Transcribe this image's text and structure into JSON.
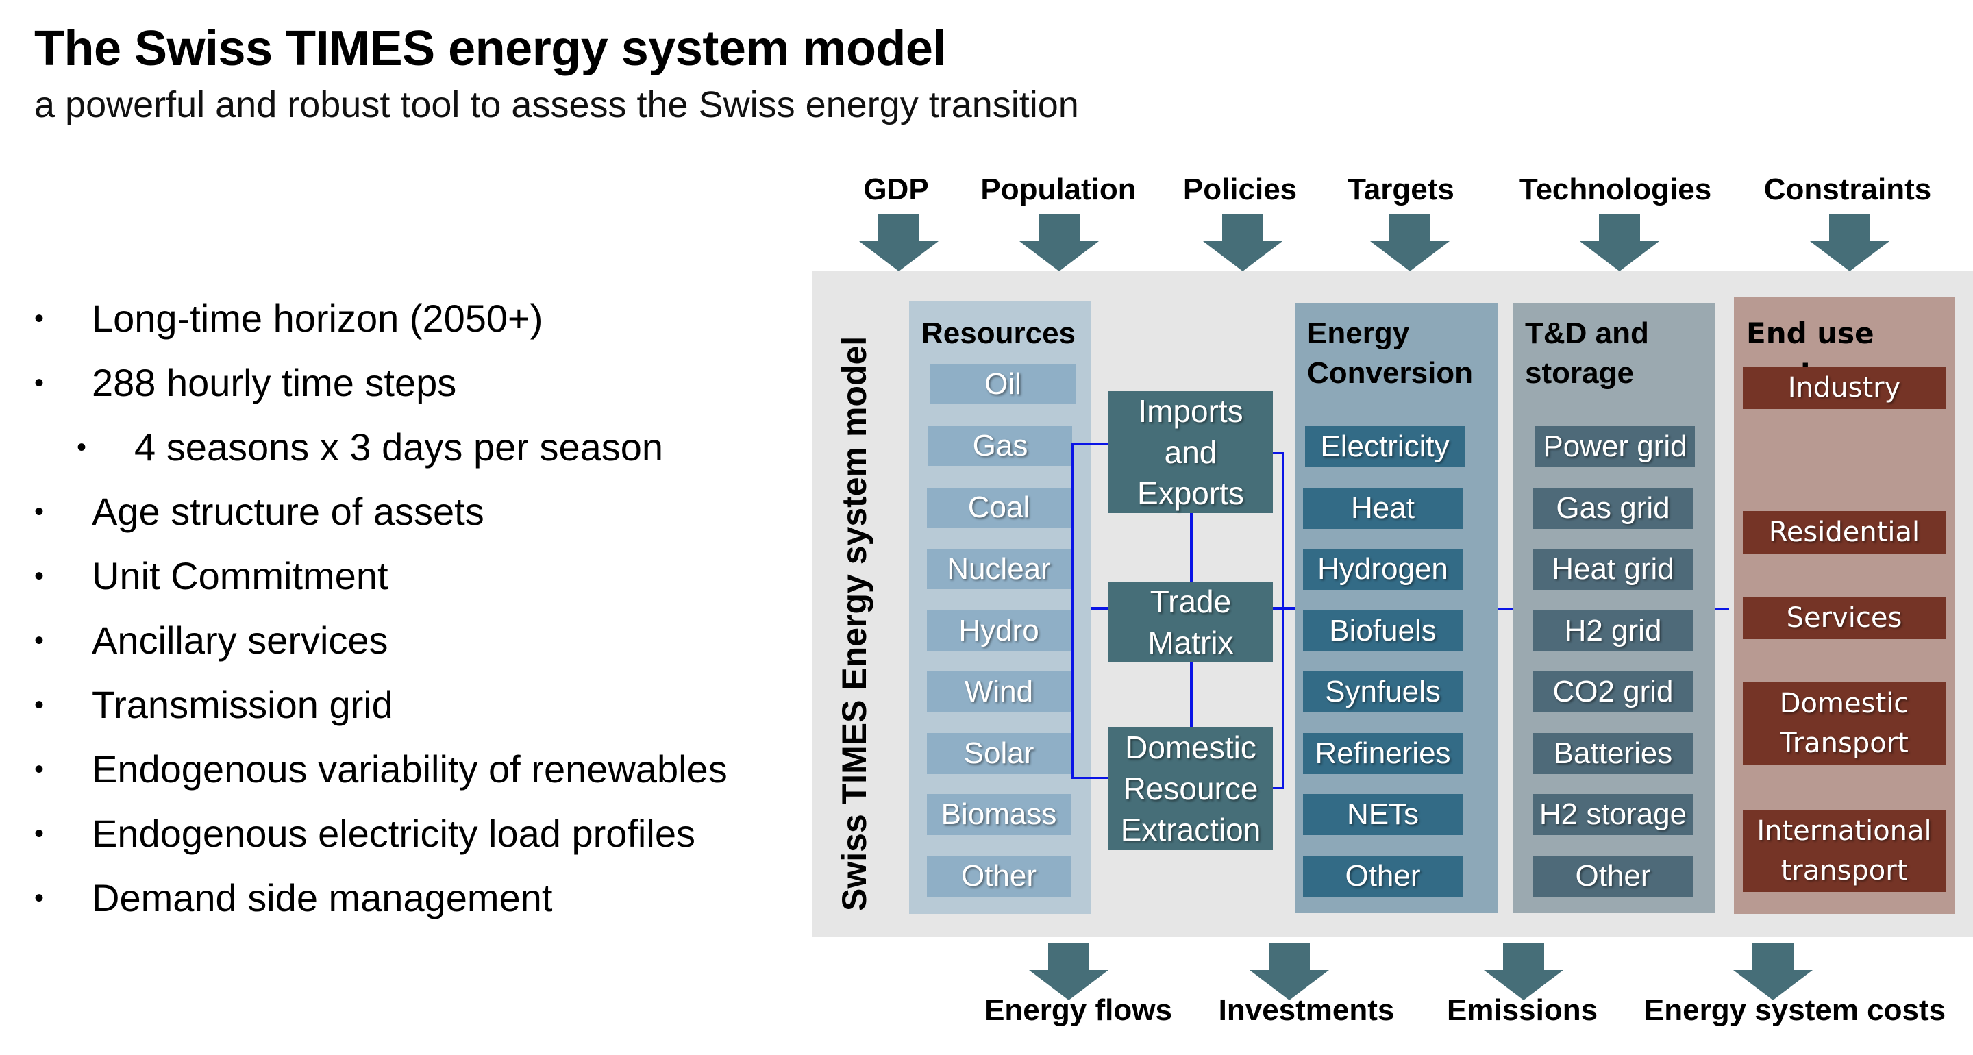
{
  "header": {
    "title": "The Swiss TIMES energy system model",
    "subtitle": "a powerful and robust tool to assess the Swiss energy transition"
  },
  "bullets": [
    {
      "text": "Long-time horizon (2050+)",
      "level": 1
    },
    {
      "text": "288 hourly time steps",
      "level": 1
    },
    {
      "text": "4 seasons x 3 days per season",
      "level": 2
    },
    {
      "text": "Age structure of assets",
      "level": 1
    },
    {
      "text": "Unit Commitment",
      "level": 1
    },
    {
      "text": "Ancillary services",
      "level": 1
    },
    {
      "text": "Transmission grid",
      "level": 1
    },
    {
      "text": "Endogenous variability of renewables",
      "level": 1
    },
    {
      "text": "Endogenous electricity load profiles",
      "level": 1
    },
    {
      "text": "Demand side management",
      "level": 1
    }
  ],
  "bullet_glyph": "•",
  "diagram": {
    "model_label": "Swiss TIMES Energy system model",
    "inputs": [
      "GDP",
      "Population",
      "Policies",
      "Targets",
      "Technologies",
      "Constraints"
    ],
    "outputs": [
      "Energy flows",
      "Investments",
      "Emissions",
      "Energy system costs"
    ],
    "resources": {
      "heading": "Resources",
      "items": [
        "Oil",
        "Gas",
        "Coal",
        "Nuclear",
        "Hydro",
        "Wind",
        "Solar",
        "Biomass",
        "Other"
      ]
    },
    "center": {
      "imports": [
        "Imports",
        "and",
        "Exports"
      ],
      "trade": [
        "Trade",
        "Matrix"
      ],
      "domestic": [
        "Domestic",
        "Resource",
        "Extraction"
      ]
    },
    "conversion": {
      "heading": [
        "Energy",
        "Conversion"
      ],
      "items": [
        "Electricity",
        "Heat",
        "Hydrogen",
        "Biofuels",
        "Synfuels",
        "Refineries",
        "NETs",
        "Other"
      ]
    },
    "td_storage": {
      "heading": [
        "T&D and",
        "storage"
      ],
      "items": [
        "Power grid",
        "Gas grid",
        "Heat grid",
        "H2 grid",
        "CO2 grid",
        "Batteries",
        "H2 storage",
        "Other"
      ]
    },
    "end_use": {
      "heading": [
        "End use",
        "sectors"
      ],
      "items": [
        [
          "Industry"
        ],
        [
          "Residential"
        ],
        [
          "Services"
        ],
        [
          "Domestic",
          "Transport"
        ],
        [
          "International",
          "transport"
        ]
      ]
    },
    "colors": {
      "arrow": "#466e78",
      "panel": "#e6e6e6",
      "resources_col": "#b8cad6",
      "resources_item": "#8fafc6",
      "center_box": "#466e78",
      "conversion_col": "#8da8b8",
      "conversion_item": "#336b86",
      "td_col": "#9ba9b0",
      "td_item": "#4e6a79",
      "end_col": "#b89a92",
      "end_item": "#753426",
      "connector": "#0a14e6"
    }
  }
}
